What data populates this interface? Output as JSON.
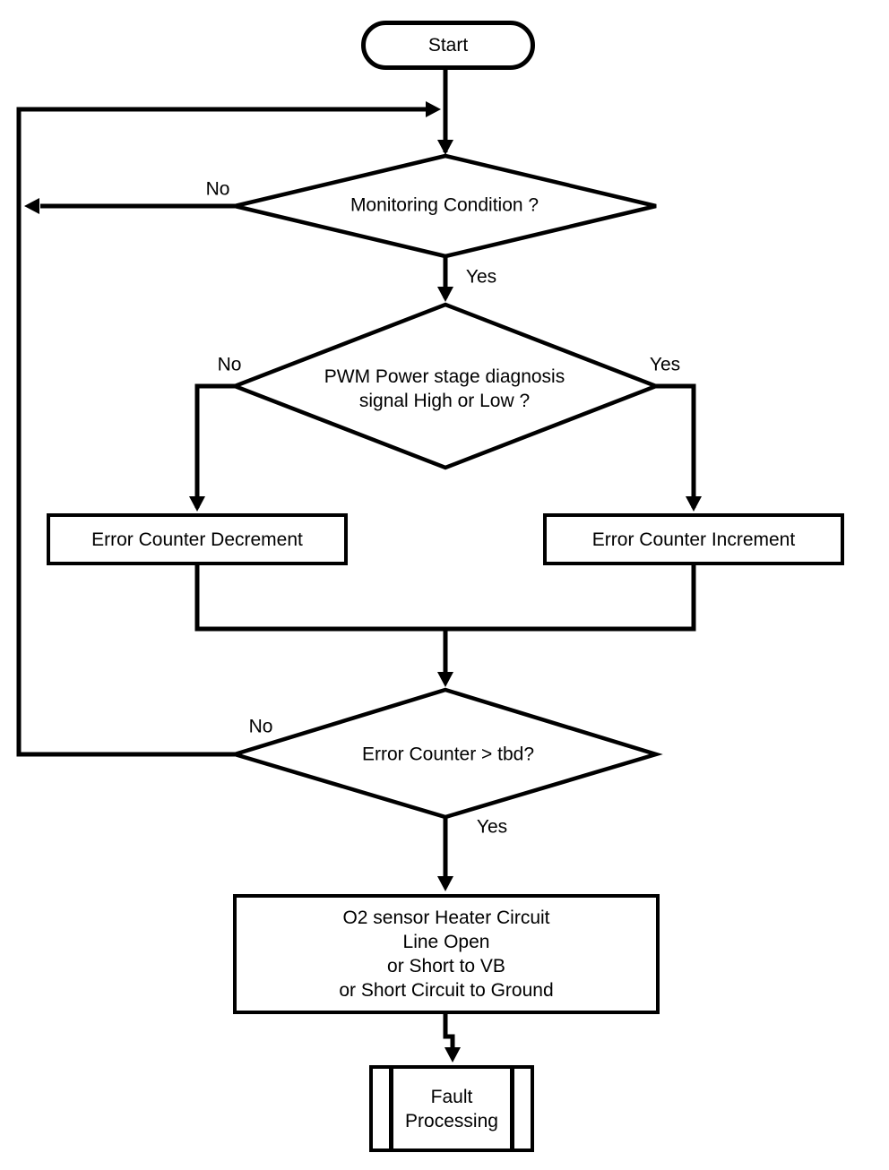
{
  "diagram_type": "flowchart",
  "colors": {
    "stroke": "#000000",
    "fill": "#ffffff",
    "text": "#000000",
    "background": "#ffffff"
  },
  "nodes": {
    "start": {
      "shape": "terminator",
      "label": "Start"
    },
    "monitoring_decision": {
      "shape": "decision",
      "label": "Monitoring Condition ?"
    },
    "pwm_decision": {
      "shape": "decision",
      "lines": [
        "PWM Power stage diagnosis",
        "signal High or Low ?"
      ]
    },
    "error_counter_decrement": {
      "shape": "process",
      "label": "Error Counter Decrement"
    },
    "error_counter_increment": {
      "shape": "process",
      "label": "Error Counter Increment"
    },
    "error_counter_threshold_decision": {
      "shape": "decision",
      "label": "Error Counter > tbd?"
    },
    "fault_description": {
      "shape": "process",
      "lines": [
        "O2 sensor Heater Circuit",
        "Line Open",
        "or Short to VB",
        "or Short Circuit to Ground"
      ]
    },
    "fault_processing": {
      "shape": "predefined-process",
      "lines": [
        "Fault",
        "Processing"
      ]
    }
  },
  "edge_labels": {
    "monitoring_no": "No",
    "monitoring_yes": "Yes",
    "pwm_no": "No",
    "pwm_yes": "Yes",
    "threshold_no": "No",
    "threshold_yes": "Yes"
  }
}
